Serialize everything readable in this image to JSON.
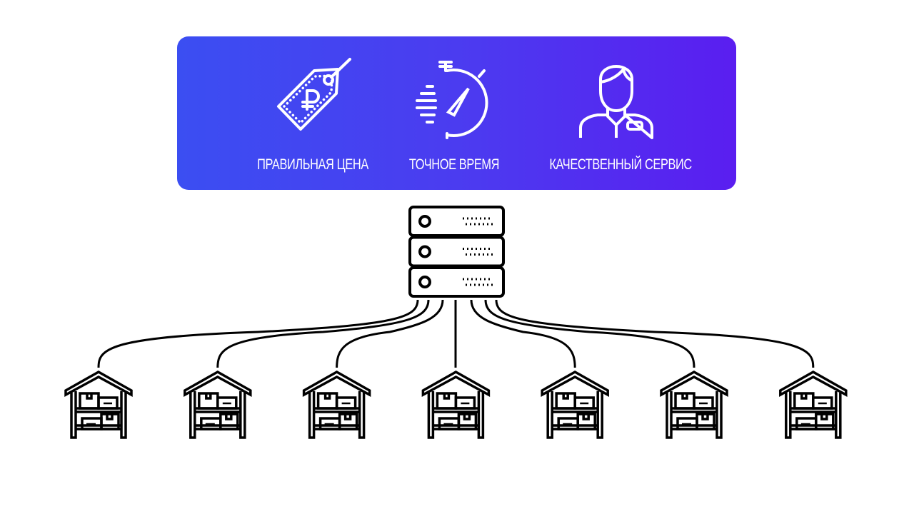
{
  "features": [
    {
      "label": "ПРАВИЛЬНАЯ ЦЕНА",
      "icon": "ruble-price-tag-icon"
    },
    {
      "label": "ТОЧНОЕ ВРЕМЯ",
      "icon": "stopwatch-icon"
    },
    {
      "label": "КАЧЕСТВЕННЫЙ СЕРВИС",
      "icon": "service-person-icon"
    }
  ],
  "server": {
    "icon": "server-icon",
    "units": 3
  },
  "warehouses": {
    "icon": "warehouse-icon",
    "count": 7
  },
  "colors": {
    "gradient_start": "#3b4ef2",
    "gradient_end": "#5a1ef0",
    "line": "#000000"
  }
}
